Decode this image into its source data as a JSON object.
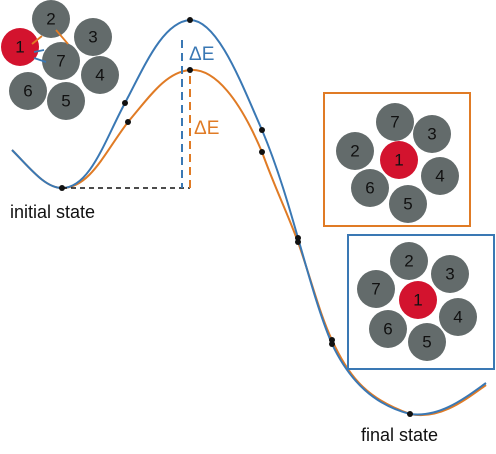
{
  "labels": {
    "initial_state": "initial state",
    "final_state": "final state",
    "delta_e_blue": "ΔE",
    "delta_e_orange": "ΔE"
  },
  "colors": {
    "blue": "#3a78b4",
    "orange": "#e07b25",
    "grey_atom": "#636b6b",
    "red_atom": "#d3132e",
    "black": "#111111"
  },
  "clusters": {
    "top_left": [
      "1",
      "2",
      "3",
      "4",
      "5",
      "6",
      "7"
    ],
    "box_orange": [
      "1",
      "2",
      "3",
      "4",
      "5",
      "6",
      "7"
    ],
    "box_blue": [
      "1",
      "2",
      "3",
      "4",
      "5",
      "6",
      "7"
    ]
  }
}
